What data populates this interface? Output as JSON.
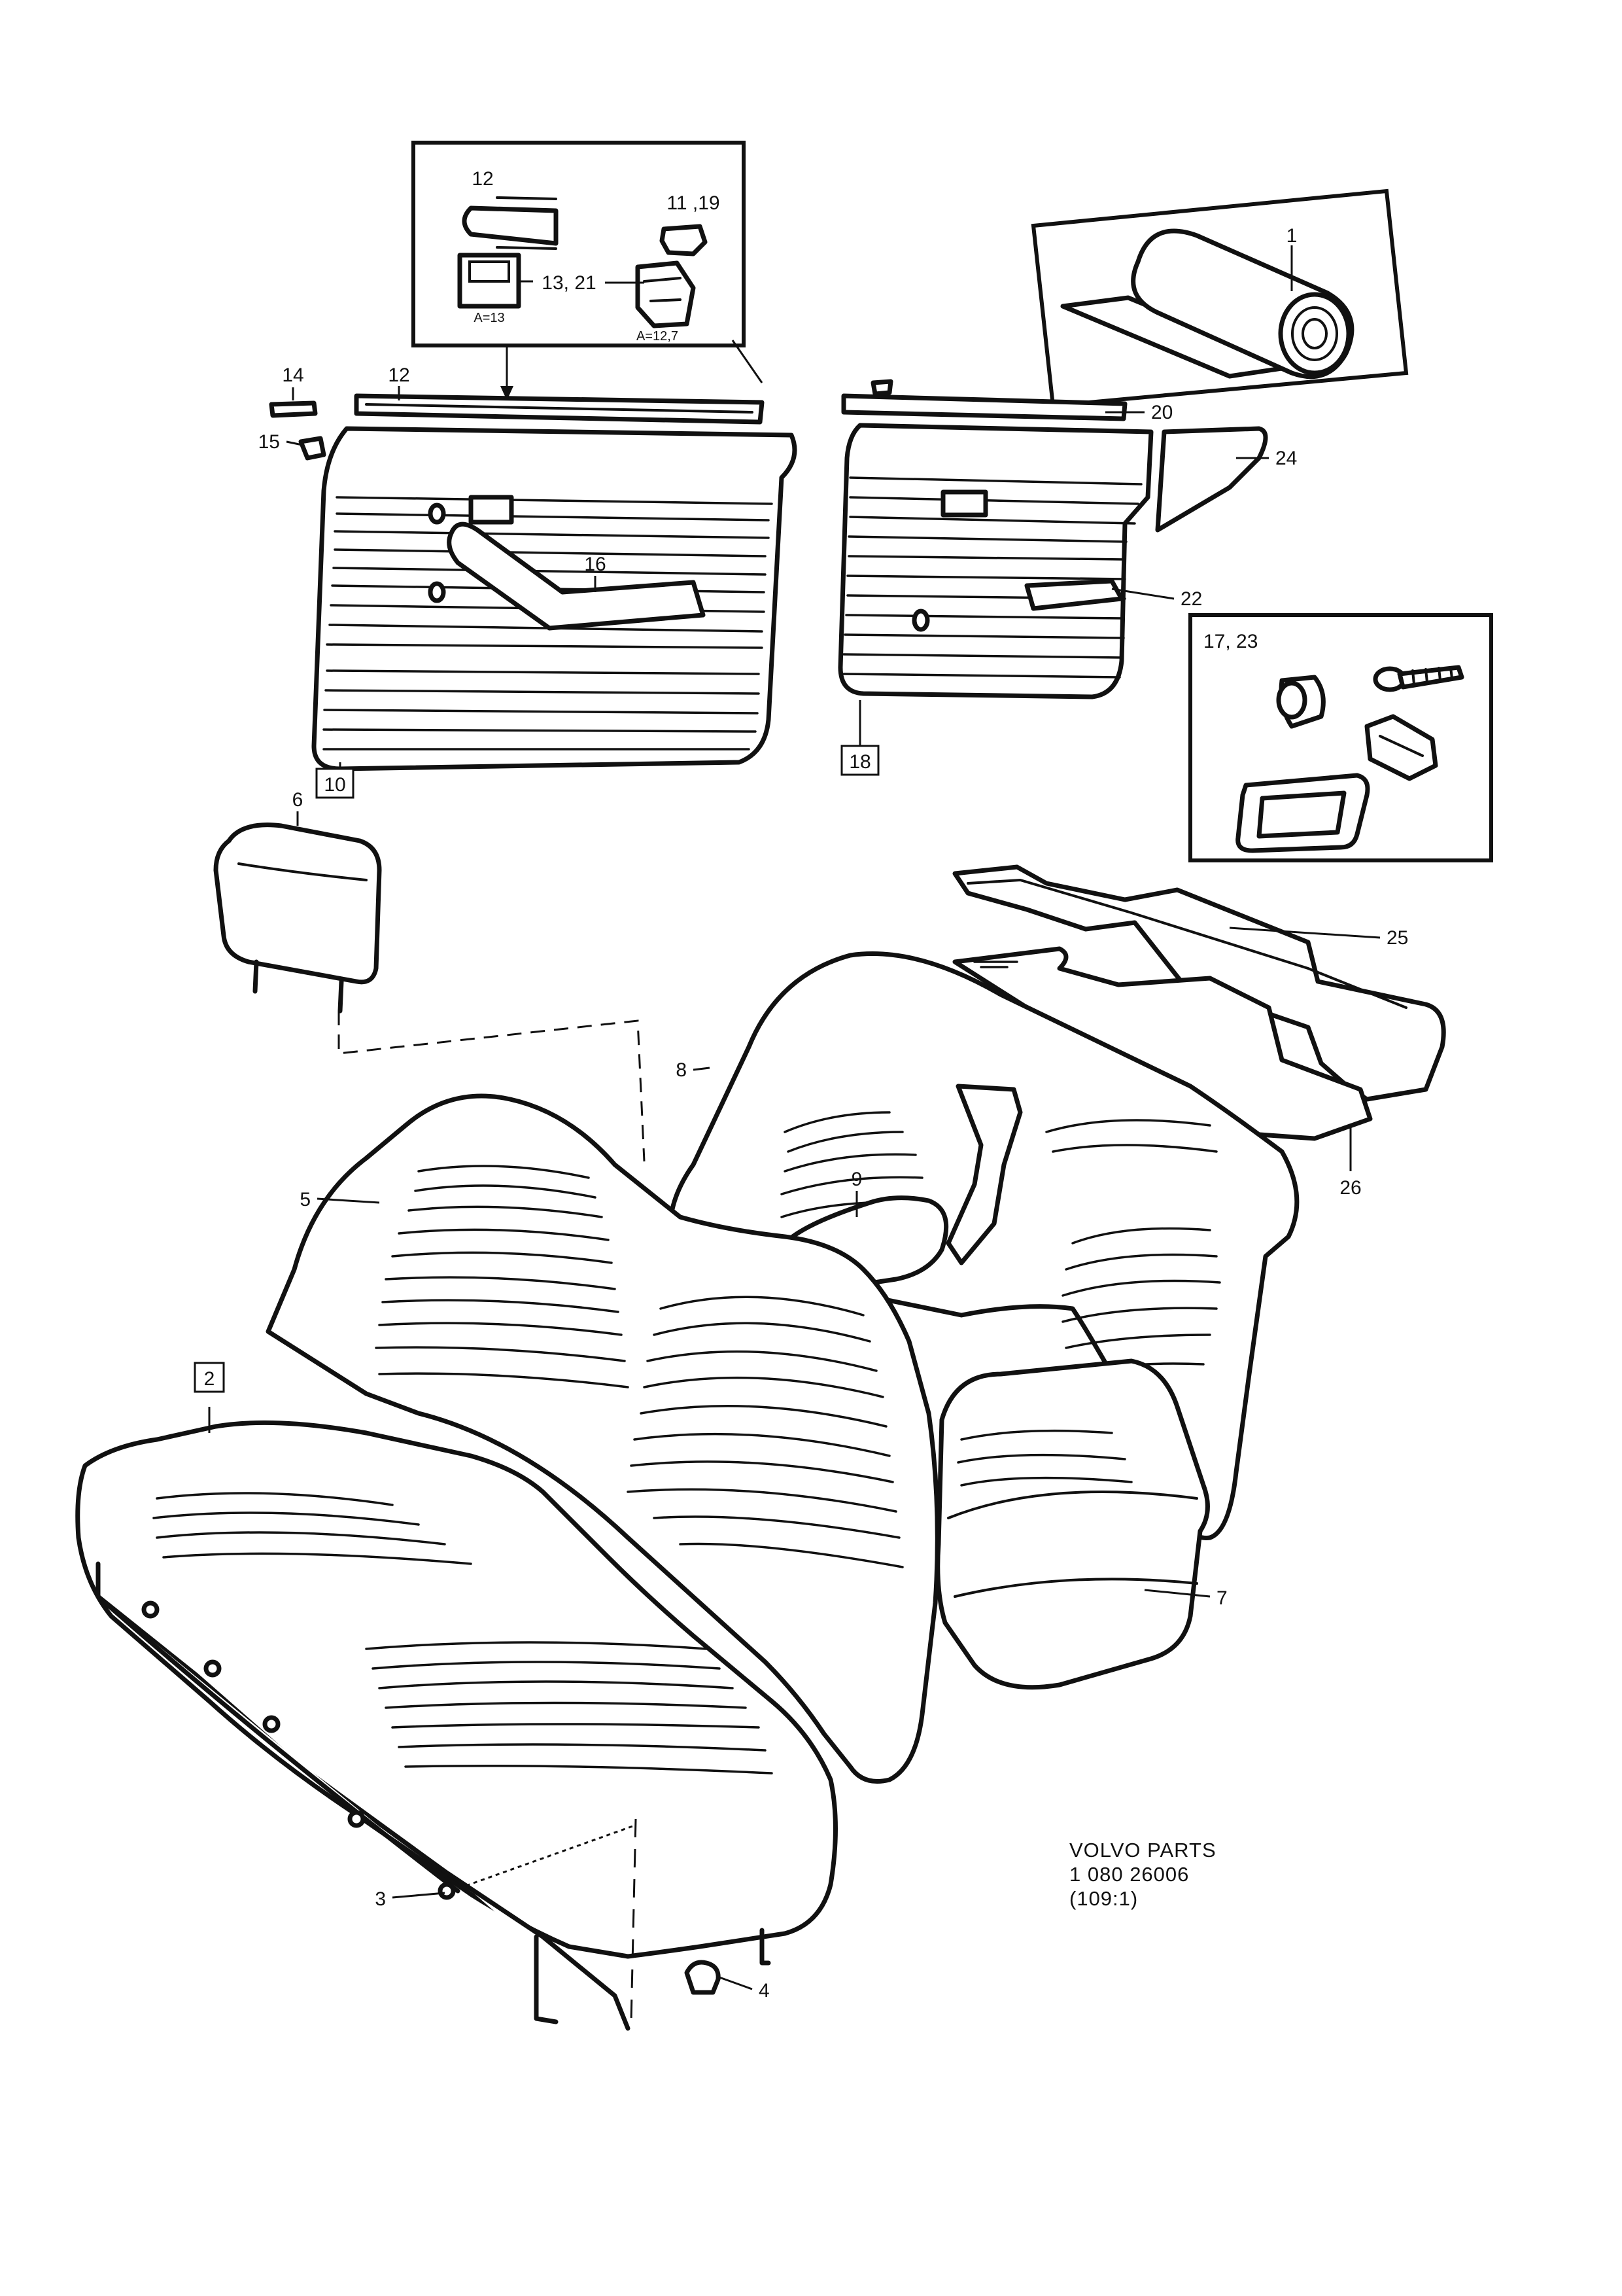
{
  "callouts": [
    {
      "id": "c1",
      "text": "1"
    },
    {
      "id": "c2",
      "text": "2",
      "boxed": true
    },
    {
      "id": "c3",
      "text": "3"
    },
    {
      "id": "c4",
      "text": "4"
    },
    {
      "id": "c5",
      "text": "5"
    },
    {
      "id": "c6",
      "text": "6"
    },
    {
      "id": "c7",
      "text": "7"
    },
    {
      "id": "c8",
      "text": "8"
    },
    {
      "id": "c9",
      "text": "9"
    },
    {
      "id": "c10",
      "text": "10",
      "boxed": true
    },
    {
      "id": "c11_19",
      "text": "11 ,19"
    },
    {
      "id": "c12_top",
      "text": "12"
    },
    {
      "id": "c12",
      "text": "12"
    },
    {
      "id": "c13_21",
      "text": "13, 21"
    },
    {
      "id": "c14",
      "text": "14"
    },
    {
      "id": "c15",
      "text": "15"
    },
    {
      "id": "c16",
      "text": "16"
    },
    {
      "id": "c17_23",
      "text": "17, 23"
    },
    {
      "id": "c18",
      "text": "18",
      "boxed": true
    },
    {
      "id": "c20",
      "text": "20"
    },
    {
      "id": "c22",
      "text": "22"
    },
    {
      "id": "c24",
      "text": "24"
    },
    {
      "id": "c25",
      "text": "25"
    },
    {
      "id": "c26",
      "text": "26"
    }
  ],
  "inset_notes": {
    "clip_dimension": "A=13",
    "clip_alt_dimension": "A=12,7"
  },
  "caption": {
    "line1": "VOLVO PARTS",
    "line2": "1  080  26006",
    "line3": "(109:1)"
  }
}
